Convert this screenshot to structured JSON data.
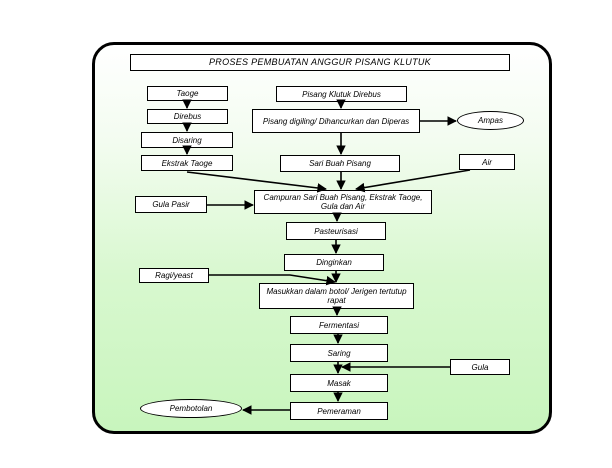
{
  "title": "PROSES PEMBUATAN ANGGUR PISANG KLUTUK",
  "left_chain": {
    "toge": "Taoge",
    "direbus": "Direbus",
    "disaring": "Disaring",
    "ekstrak": "Ekstrak Taoge"
  },
  "main_chain": {
    "pisang_direbus": "Pisang Klutuk Direbus",
    "digiling": "Pisang digiling/ Dihancurkan dan Diperas",
    "sari_buah": "Sari Buah Pisang",
    "campuran": "Campuran Sari Buah Pisang, Ekstrak Taoge, Gula dan Air",
    "pasteurisasi": "Pasteurisasi",
    "dinginkan": "Dinginkan",
    "masukkan": "Masukkan dalam botol/ Jerigen tertutup rapat",
    "fermentasi": "Fermentasi",
    "saring": "Saring",
    "masak": "Masak",
    "pemeraman": "Pemeraman"
  },
  "side_inputs": {
    "gula_pasir": "Gula Pasir",
    "ragi": "Ragi/yeast",
    "air": "Air",
    "gula": "Gula"
  },
  "outputs": {
    "ampas": "Ampas",
    "pembotolan": "Pembotolan"
  }
}
